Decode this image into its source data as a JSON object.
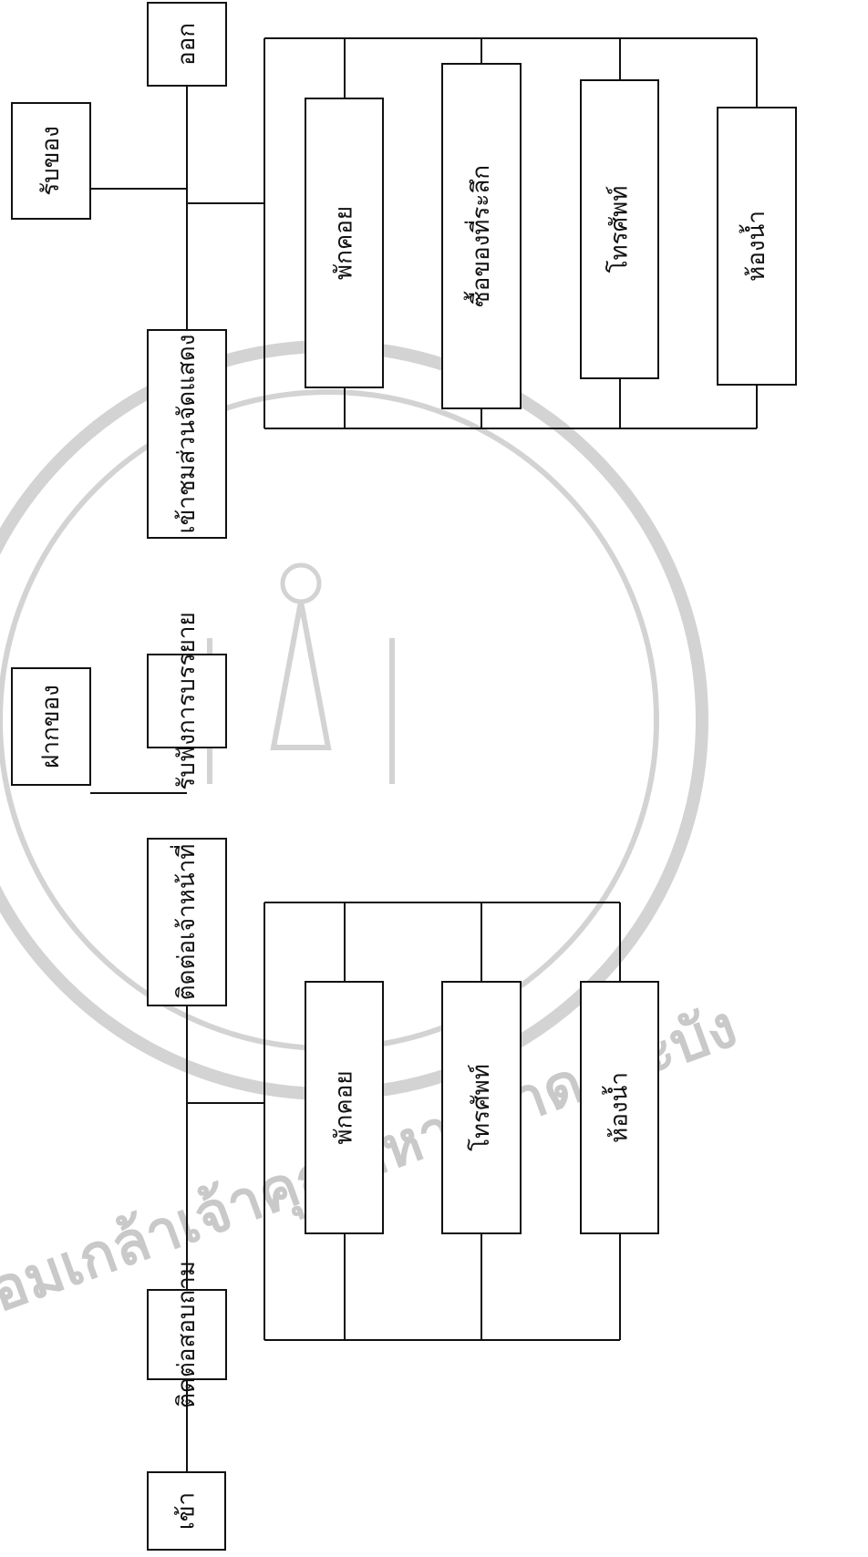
{
  "diagram": {
    "nodes": {
      "enter": "เข้า",
      "ask": "ติดต่อสอบถาม",
      "contact_staff": "ติดต่อเจ้าหน้าที่",
      "deposit": "ฝากของ",
      "lecture": "รับฟังการบรรยาย",
      "exhibition": "เข้าชมส่วนจัดแสดง",
      "pickup": "รับของ",
      "exit": "ออก",
      "rest_1": "พักคอย",
      "phone_1": "โทรศัพท์",
      "toilet_1": "ห้องน้ำ",
      "rest_2": "พักคอย",
      "souvenir_2": "ซื้อของที่ระลึก",
      "phone_2": "โทรศัพท์",
      "toilet_2": "ห้องน้ำ"
    },
    "watermark": {
      "caption": "ลัยพระจอมเกล้าเจ้าคุณทหารลาดกระบัง"
    }
  }
}
